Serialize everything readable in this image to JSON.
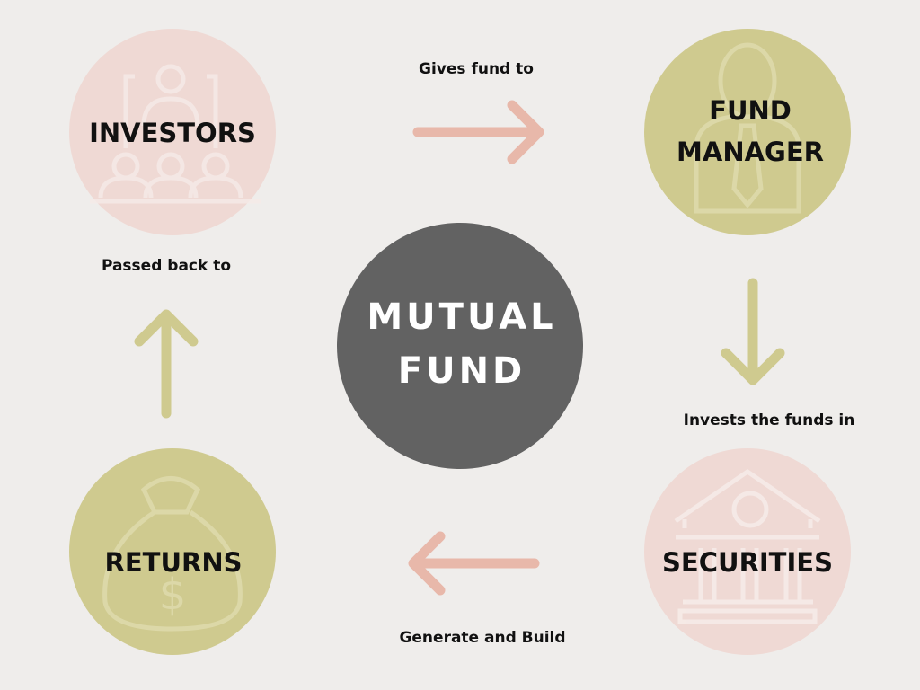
{
  "title": "MUTUAL FUND",
  "title_lines": [
    "MUTUAL",
    "FUND"
  ],
  "nodes": {
    "investors": "INVESTORS",
    "fund_manager_lines": [
      "FUND",
      "MANAGER"
    ],
    "securities": "SECURITIES",
    "returns": "RETURNS"
  },
  "edges": {
    "investors_to_manager": "Gives fund to",
    "manager_to_securities": "Invests the funds in",
    "securities_to_returns": "Generate and Build",
    "returns_to_investors": "Passed back to"
  },
  "icons": [
    "people-group-icon",
    "businessman-icon",
    "bank-building-icon",
    "money-bag-icon"
  ],
  "colors": {
    "background": "#efedeb",
    "pink": "#efd9d4",
    "olive": "#cfca8f",
    "center": "#626262",
    "pink_arrow": "#e8b8aa"
  }
}
